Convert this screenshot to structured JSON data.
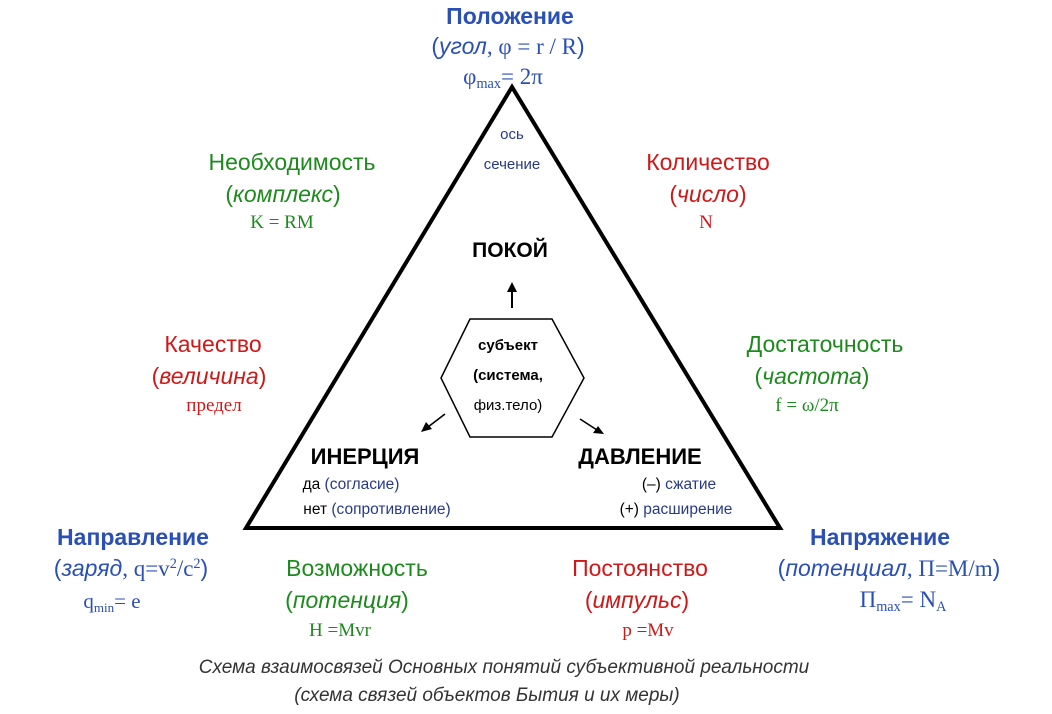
{
  "top": {
    "title": "Положение",
    "sub_word": "угол",
    "sub_formula": "φ = r / R",
    "limit_sym": "φ",
    "limit_sub": "max",
    "limit_val": "= 2π"
  },
  "triangle_top": {
    "line1": "ось",
    "line2": "сечение"
  },
  "pokoy": "ПОКОЙ",
  "subject": {
    "line1": "субъект",
    "line2": "(система,",
    "line3": "физ.тело)"
  },
  "inertia": {
    "title": "ИНЕРЦИЯ",
    "l1a": "да",
    "l1b": "(согласие)",
    "l2a": "нет",
    "l2b": "(сопротивление)"
  },
  "pressure": {
    "title": "ДАВЛЕНИЕ",
    "l1a": "(–)",
    "l1b": "сжатие",
    "l2a": "(+)",
    "l2b": "расширение"
  },
  "necessity": {
    "title": "Необходимость",
    "word": "комплекс",
    "formula": "K = RM"
  },
  "quantity": {
    "title": "Количество",
    "word": "число",
    "formula": "N"
  },
  "quality": {
    "title": "Качество",
    "word": "величина",
    "formula": "предел"
  },
  "sufficiency": {
    "title": "Достаточность",
    "word": "частота",
    "formula": "f = ω/2π"
  },
  "direction": {
    "title": "Направление",
    "word": "заряд",
    "formula_a": "q=v",
    "sup1": "2",
    "formula_b": "/c",
    "sup2": "2",
    "limit_sym": "q",
    "limit_sub": "min",
    "limit_val": "= e"
  },
  "possibility": {
    "title": "Возможность",
    "word": "потенция",
    "formula": "H =Mvr"
  },
  "constancy": {
    "title": "Постоянство",
    "word": "импульс",
    "formula": "p =Mv"
  },
  "tension": {
    "title": "Напряжение",
    "word": "потенциал",
    "formula": "П=M/m",
    "limit_sym": "П",
    "limit_sub": "max",
    "limit_val": "= N",
    "limit_sub2": "A"
  },
  "caption": {
    "line1": "Схема взаимосвязей Основных понятий субъективной реальности",
    "line2": "(схема связей объектов Бытия и их меры)"
  },
  "colors": {
    "blue": "#2a4fb5",
    "green": "#1d8a1d",
    "red": "#d01818",
    "black": "#000000"
  }
}
